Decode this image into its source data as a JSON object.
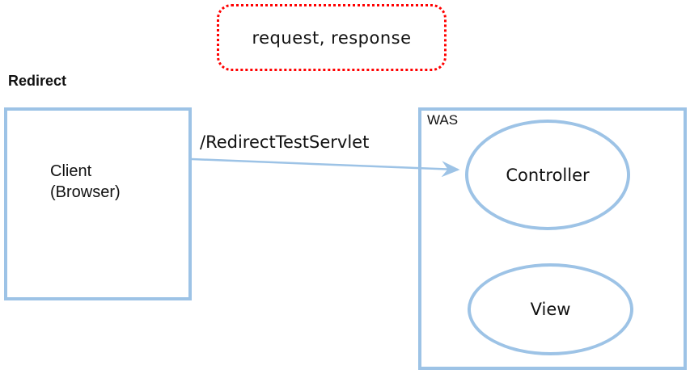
{
  "note": {
    "label": "request, response"
  },
  "diagram": {
    "title": "Redirect"
  },
  "client_box": {
    "label": "Client\n(Browser)"
  },
  "arrow": {
    "label": "/RedirectTestServlet",
    "from": "client-box",
    "to": "controller-ellipse"
  },
  "was_box": {
    "label": "WAS",
    "controller_label": "Controller",
    "view_label": "View"
  },
  "colors": {
    "box_border": "#9dc3e6",
    "note_border": "#ff0000",
    "text": "#111111"
  }
}
